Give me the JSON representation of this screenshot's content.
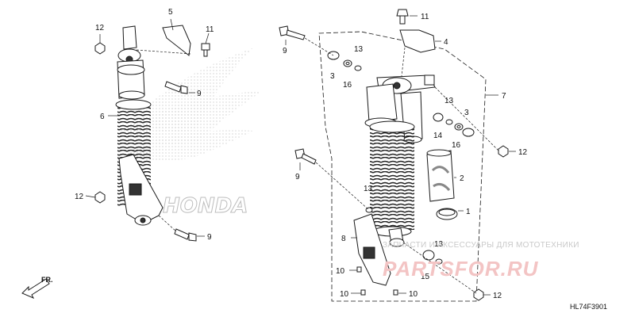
{
  "callouts": {
    "c1": "1",
    "c2": "2",
    "c3a": "3",
    "c3b": "3",
    "c4": "4",
    "c5": "5",
    "c6": "6",
    "c7": "7",
    "c8": "8",
    "c9a": "9",
    "c9b": "9",
    "c9c": "9",
    "c9d": "9",
    "c10a": "10",
    "c10b": "10",
    "c10c": "10",
    "c11a": "11",
    "c11b": "11",
    "c12a": "12",
    "c12b": "12",
    "c12c": "12",
    "c12d": "12",
    "c13a": "13",
    "c13b": "13",
    "c13c": "13",
    "c13d": "13",
    "c14": "14",
    "c15": "15",
    "c16a": "16",
    "c16b": "16"
  },
  "direction_label": "FR.",
  "diagram_code": "HL74F3901",
  "watermark": {
    "tagline": "ЗАПЧАСТИ И АКСЕССУАРЫ ДЛЯ МОТОТЕХНИКИ",
    "logo": "PARTSFOR.RU",
    "brand": "HONDA"
  },
  "colors": {
    "line": "#1a1a1a",
    "watermark_gray": "#c9c9c9",
    "watermark_red": "#f3c4c4"
  }
}
